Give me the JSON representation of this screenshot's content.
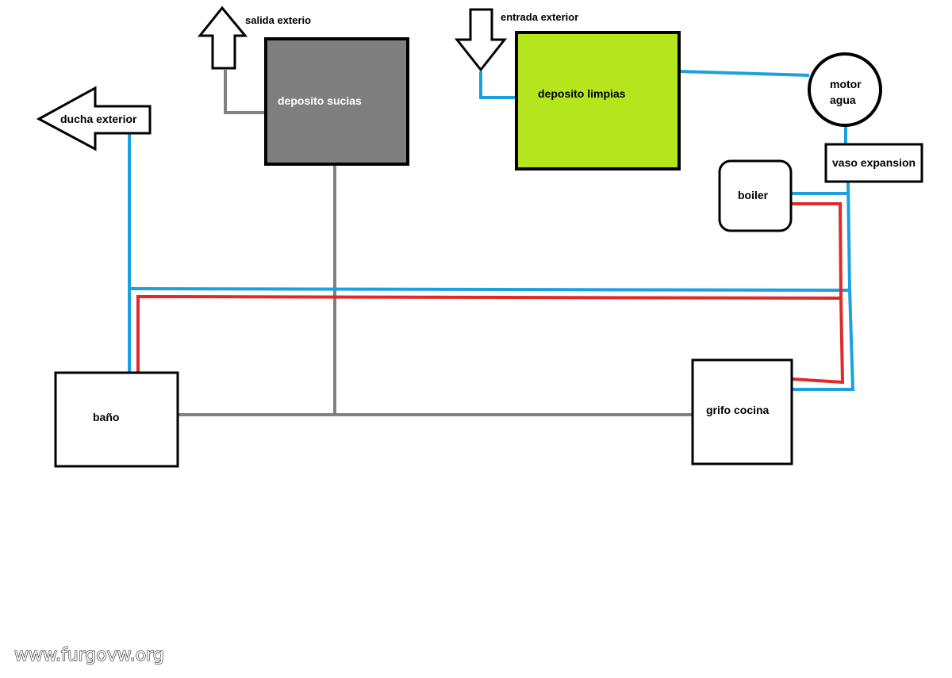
{
  "colors": {
    "cold_pipe": "#1ba1e2",
    "hot_pipe": "#e02a2a",
    "waste_pipe": "#808080",
    "deposito_sucias_fill": "#7f7f7f",
    "deposito_limpias_fill": "#b5e61d"
  },
  "labels": {
    "salida_exterior": "salida exterio",
    "entrada_exterior": "entrada exterior",
    "ducha_exterior": "ducha exterior",
    "deposito_sucias": "deposito sucias",
    "deposito_limpias": "deposito limpias",
    "motor_agua_line1": "motor",
    "motor_agua_line2": "agua",
    "vaso_expansion": "vaso expansion",
    "boiler": "boiler",
    "bano": "baño",
    "grifo_cocina": "grifo cocina"
  },
  "watermark": "www.furgovw.org"
}
